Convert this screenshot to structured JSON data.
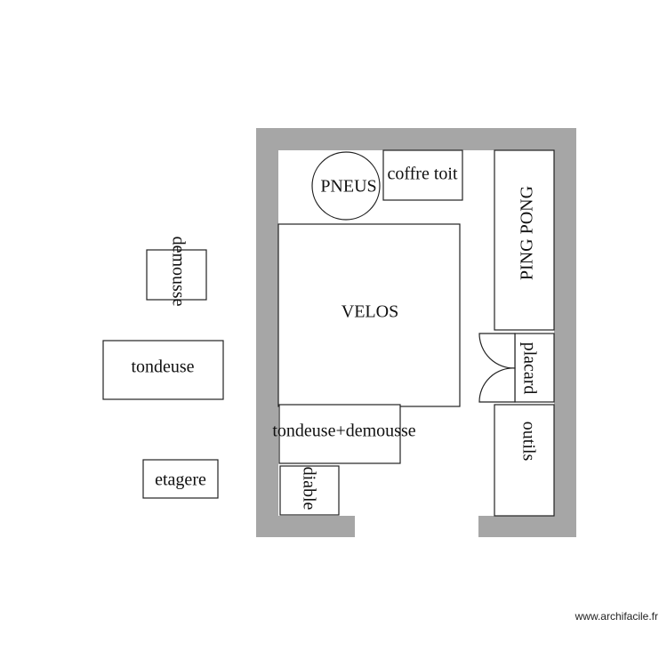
{
  "plan": {
    "labels": {
      "pneus": "PNEUS",
      "coffre_toit": "coffre toit",
      "ping_pong": "PING PONG",
      "velos": "VELOS",
      "placard": "placard",
      "tondeuse_demousse": "tondeuse+demousse",
      "outils": "outils",
      "diable": "diable",
      "demousse": "demousse",
      "tondeuse": "tondeuse",
      "etagere": "etagere"
    },
    "colors": {
      "wall": "#a6a6a6",
      "stroke": "#222222"
    }
  },
  "watermark": "www.archifacile.fr"
}
